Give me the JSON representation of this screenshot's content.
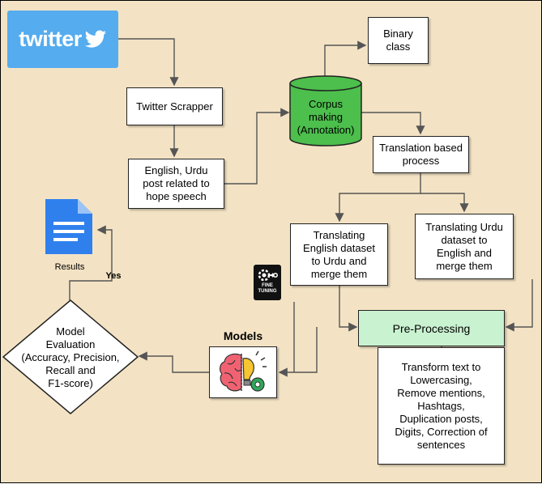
{
  "logo": {
    "text": "twitter",
    "color": "#55acee"
  },
  "nodes": {
    "scrapper": "Twitter Scrapper",
    "posts": "English, Urdu\npost related to\nhope speech",
    "corpus": "Corpus\nmaking\n(Annotation)",
    "binary": "Binary\nclass",
    "translation": "Translation based\nprocess",
    "translate_en": "Translating\nEnglish dataset\nto Urdu and\nmerge them",
    "translate_ur": "Translating Urdu\ndataset to\nEnglish and\nmerge them",
    "preprocessing": "Pre-Processing",
    "preprocessing_steps": "Transform text to\nLowercasing,\nRemove mentions,\nHashtags,\nDuplication posts,\nDigits, Correction of\nsentences",
    "models_title": "Models",
    "fine_tuning": "FINE\nTUNING",
    "evaluation": "Model\nEvaluation\n(Accuracy, Precision,\nRecall and\nF1-score)",
    "results": "Results",
    "yes": "Yes"
  },
  "colors": {
    "corpus": "#4cbf4c",
    "preprocessing": "#c9f2d0",
    "doc": "#2f80ed"
  }
}
